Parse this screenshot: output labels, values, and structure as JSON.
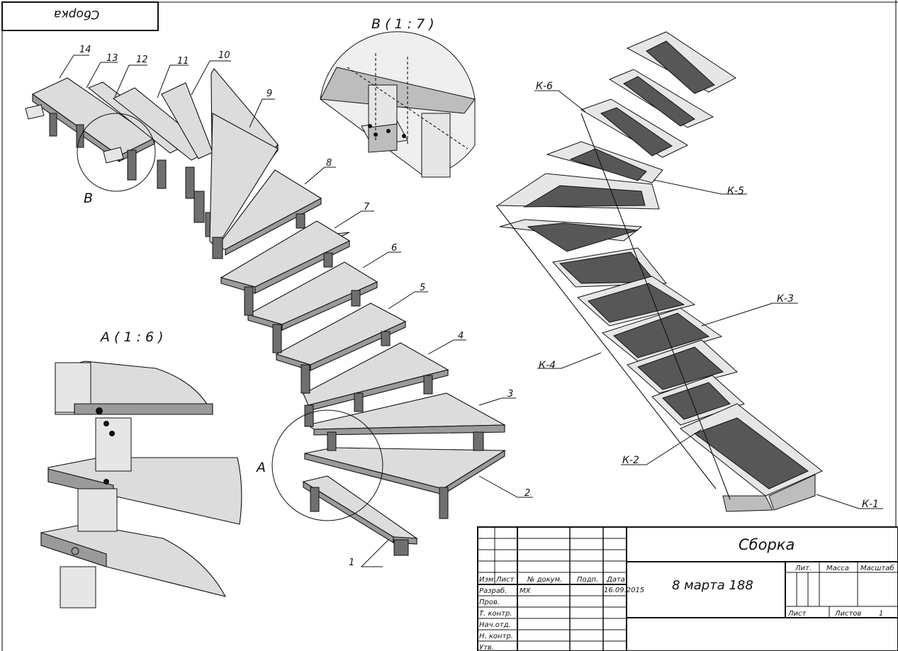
{
  "corner_stamp": "Сборка",
  "views": {
    "view_a_title": "A ( 1 : 6 )",
    "view_b_title": "B ( 1 : 7 )",
    "callout_a": "A",
    "callout_b": "B"
  },
  "step_labels": [
    "1",
    "2",
    "3",
    "4",
    "5",
    "6",
    "7",
    "8",
    "9",
    "10",
    "11",
    "12",
    "13",
    "14"
  ],
  "frame_labels": [
    "К-1",
    "К-2",
    "К-3",
    "К-4",
    "К-5",
    "К-6"
  ],
  "title_block": {
    "title": "Сборка",
    "designation": "8 марта 188",
    "headers": {
      "izm": "Изм.",
      "list": "Лист",
      "doc": "№ докум.",
      "sign": "Подп.",
      "date": "Дата"
    },
    "rows": [
      "Разраб.",
      "Пров.",
      "Т. контр.",
      "Нач.отд.",
      "Н. контр.",
      "Утв."
    ],
    "developer": "МХ",
    "date_value": "16.09.2015",
    "lit_label": "Лит.",
    "mass_label": "Масса",
    "scale_label": "Масштаб",
    "sheet_label": "Лист",
    "sheets_label": "Листов",
    "sheets_value": "1"
  },
  "colors": {
    "line": "#111111",
    "tread": "#dcdcdc",
    "post": "#6f6f6f",
    "dark_tread": "#575757"
  }
}
